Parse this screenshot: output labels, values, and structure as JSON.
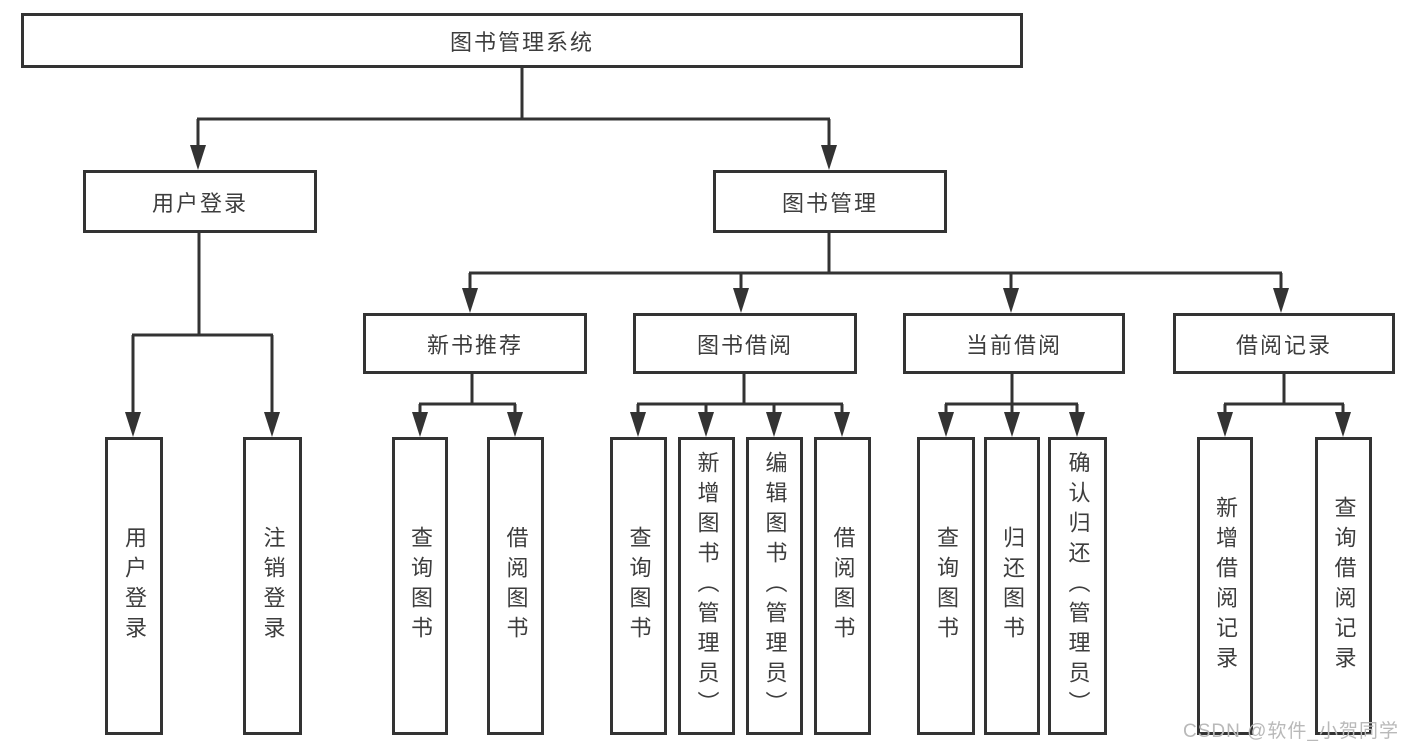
{
  "title": "图书管理系统",
  "tree": {
    "label": "图书管理系统",
    "children": [
      {
        "label": "用户登录",
        "children": [
          {
            "label": "用户登录"
          },
          {
            "label": "注销登录"
          }
        ]
      },
      {
        "label": "图书管理",
        "children": [
          {
            "label": "新书推荐",
            "children": [
              {
                "label": "查询图书"
              },
              {
                "label": "借阅图书"
              }
            ]
          },
          {
            "label": "图书借阅",
            "children": [
              {
                "label": "查询图书"
              },
              {
                "label": "新增图书（管理员）"
              },
              {
                "label": "编辑图书（管理员）"
              },
              {
                "label": "借阅图书"
              }
            ]
          },
          {
            "label": "当前借阅",
            "children": [
              {
                "label": "查询图书"
              },
              {
                "label": "归还图书"
              },
              {
                "label": "确认归还（管理员）"
              }
            ]
          },
          {
            "label": "借阅记录",
            "children": [
              {
                "label": "新增借阅记录"
              },
              {
                "label": "查询借阅记录"
              }
            ]
          }
        ]
      }
    ]
  },
  "watermark": {
    "text": "CSDN @软件_小贺同学"
  },
  "colors": {
    "line": "#333333",
    "text": "#3d3d3d",
    "background": "#ffffff",
    "watermark": "#b9b9b9"
  }
}
